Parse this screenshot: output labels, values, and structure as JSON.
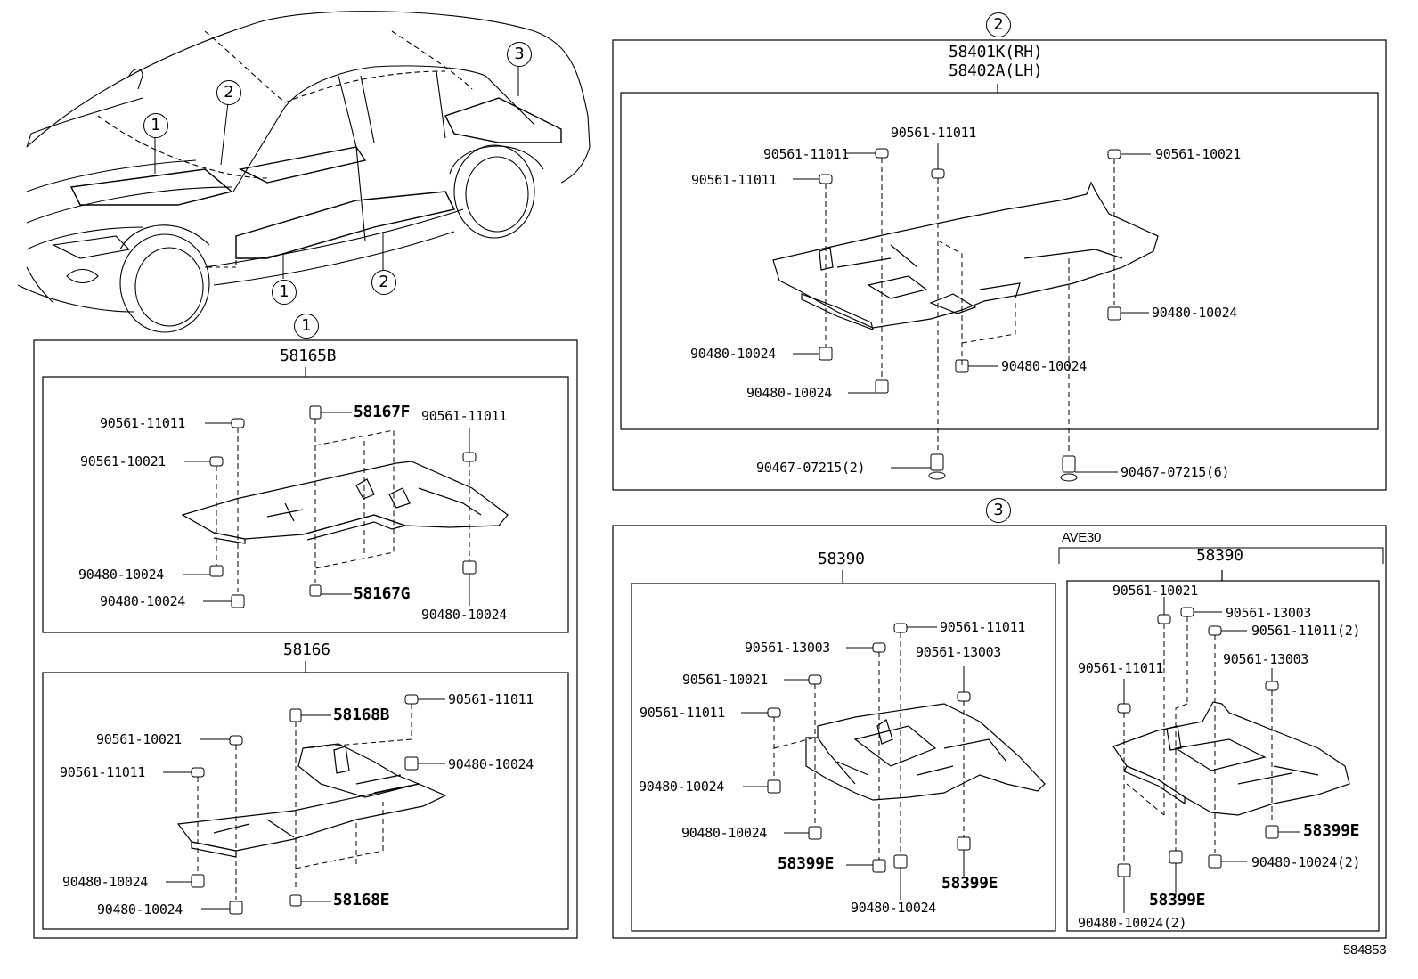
{
  "callouts": {
    "one": "1",
    "two": "2",
    "three": "3"
  },
  "section1": {
    "groupA": {
      "title": "58165B",
      "labels": {
        "a": "90561-11011",
        "b": "90561-10021",
        "c": "58167F",
        "d": "90561-11011",
        "e": "90480-10024",
        "f": "90480-10024",
        "g": "58167G",
        "h": "90480-10024"
      }
    },
    "groupB": {
      "title": "58166",
      "labels": {
        "a": "58168B",
        "b": "90561-11011",
        "c": "90561-10021",
        "d": "90561-11011",
        "e": "90480-10024",
        "f": "90480-10024",
        "g": "90480-10024",
        "h": "58168E"
      }
    }
  },
  "section2": {
    "title_rh": "58401K(RH)",
    "title_lh": "58402A(LH)",
    "labels": {
      "a": "90561-11011",
      "b": "90561-11011",
      "c": "90561-11011",
      "d": "90561-10021",
      "e": "90480-10024",
      "f": "90480-10024",
      "g": "90480-10024",
      "h": "90480-10024",
      "i": "90467-07215(2)",
      "j": "90467-07215(6)"
    }
  },
  "section3": {
    "groupA": {
      "title": "58390",
      "labels": {
        "a": "90561-11011",
        "b": "90561-13003",
        "c": "90561-13003",
        "d": "90561-10021",
        "e": "90561-11011",
        "f": "90480-10024",
        "g": "90480-10024",
        "h": "58399E",
        "i": "58399E",
        "j": "90480-10024"
      }
    },
    "groupB": {
      "variant": "AVE30",
      "title": "58390",
      "labels": {
        "a": "90561-10021",
        "b": "90561-13003",
        "c": "90561-11011(2)",
        "d": "90561-11011",
        "e": "90561-13003",
        "f": "58399E",
        "g": "90480-10024(2)",
        "h": "58399E",
        "i": "90480-10024(2)"
      }
    }
  },
  "figure_id": "584853"
}
